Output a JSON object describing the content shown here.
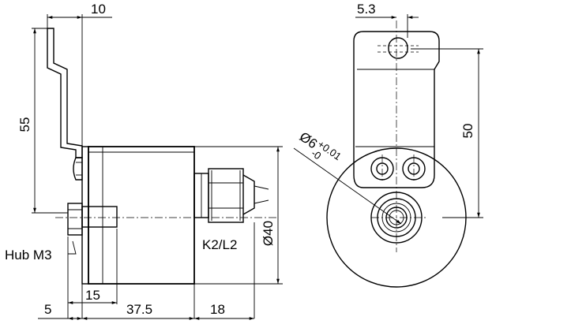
{
  "drawing": {
    "dimensions": {
      "bracket_offset": "10",
      "bracket_height": "55",
      "hub_offset": "5",
      "shaft_length": "15",
      "body_length": "37.5",
      "connector_length": "18",
      "body_diameter": "Ø40",
      "slot_offset": "5.3",
      "bracket_total": "50",
      "shaft_diameter": "Ø6",
      "shaft_tol_upper": "+0.01",
      "shaft_tol_lower": "-0"
    },
    "labels": {
      "hub": "Hub M3",
      "connector": "K2/L2"
    }
  }
}
